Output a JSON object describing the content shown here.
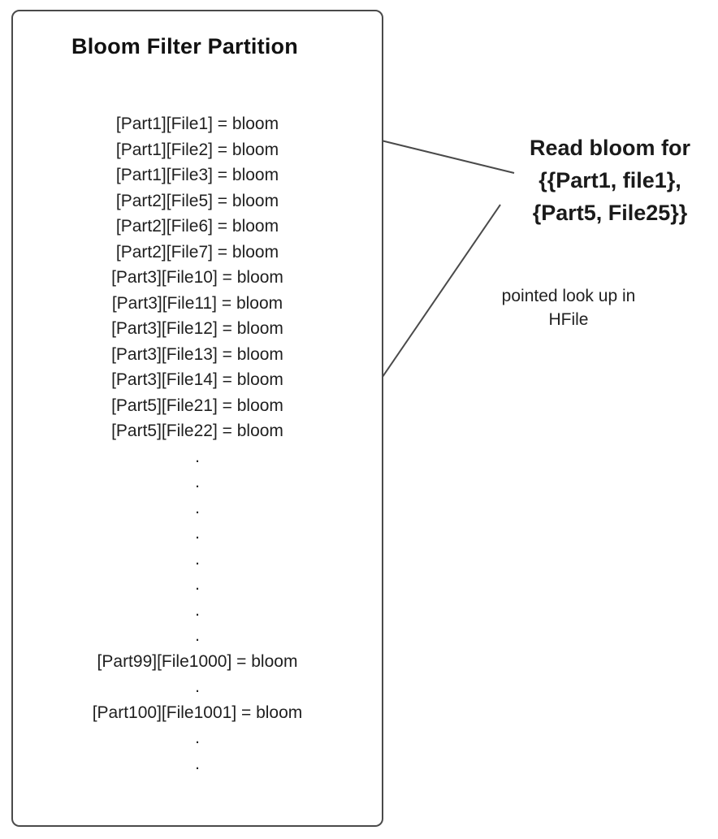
{
  "diagram": {
    "box": {
      "title": "Bloom Filter Partition",
      "entries": [
        "[Part1][File1] = bloom",
        "[Part1][File2] = bloom",
        "[Part1][File3] = bloom",
        "[Part2][File5] = bloom",
        "[Part2][File6] = bloom",
        "[Part2][File7] = bloom",
        "[Part3][File10] = bloom",
        "[Part3][File11] = bloom",
        "[Part3][File12] = bloom",
        "[Part3][File13] = bloom",
        "[Part3][File14] = bloom",
        "[Part5][File21] = bloom",
        "[Part5][File22] = bloom"
      ],
      "ellipsis_top": [
        ".",
        ".",
        ".",
        ".",
        ".",
        ".",
        ".",
        "."
      ],
      "tail": [
        "[Part99][File1000] = bloom",
        ".",
        "[Part100][File1001] = bloom",
        ".",
        "."
      ]
    },
    "annotations": {
      "read_bloom": {
        "lines": [
          "Read bloom for",
          "{{Part1, file1},",
          "{Part5, File25}}"
        ]
      },
      "pointed_lookup": {
        "lines": [
          "pointed look up in",
          "HFile"
        ]
      }
    },
    "colors": {
      "arrow": "#4a4a4a",
      "border": "#4a4a4a",
      "text": "#1f1f1f"
    }
  }
}
